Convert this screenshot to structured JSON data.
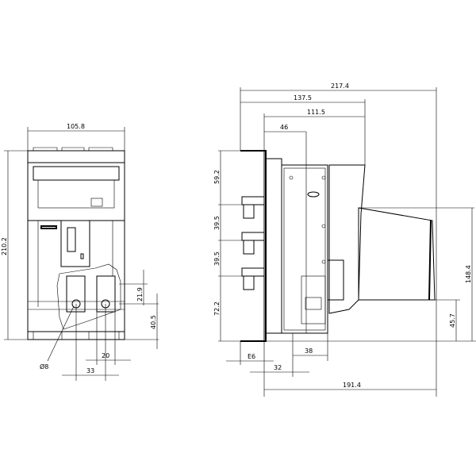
{
  "front_view": {
    "width_label": "105.8",
    "height_label": "210.2",
    "terminal_height_label": "21.9",
    "terminal_offset_label": "40.5",
    "hole_diameter_label": "Ø8",
    "terminal_width_label": "20",
    "terminal_pitch_label": "33"
  },
  "side_view": {
    "overall_depth_label": "217.4",
    "depth_137_label": "137.5",
    "depth_111_label": "111.5",
    "depth_46_label": "46",
    "v1_label": "59.2",
    "v2_label": "39.5",
    "v3_label": "39.5",
    "v4_label": "72.2",
    "handle_height_label": "148.4",
    "handle_offset_label": "45.7",
    "bottom_a_label": "E6",
    "bottom_b_label": "32",
    "bottom_c_label": "38",
    "bottom_depth_label": "191.4"
  }
}
